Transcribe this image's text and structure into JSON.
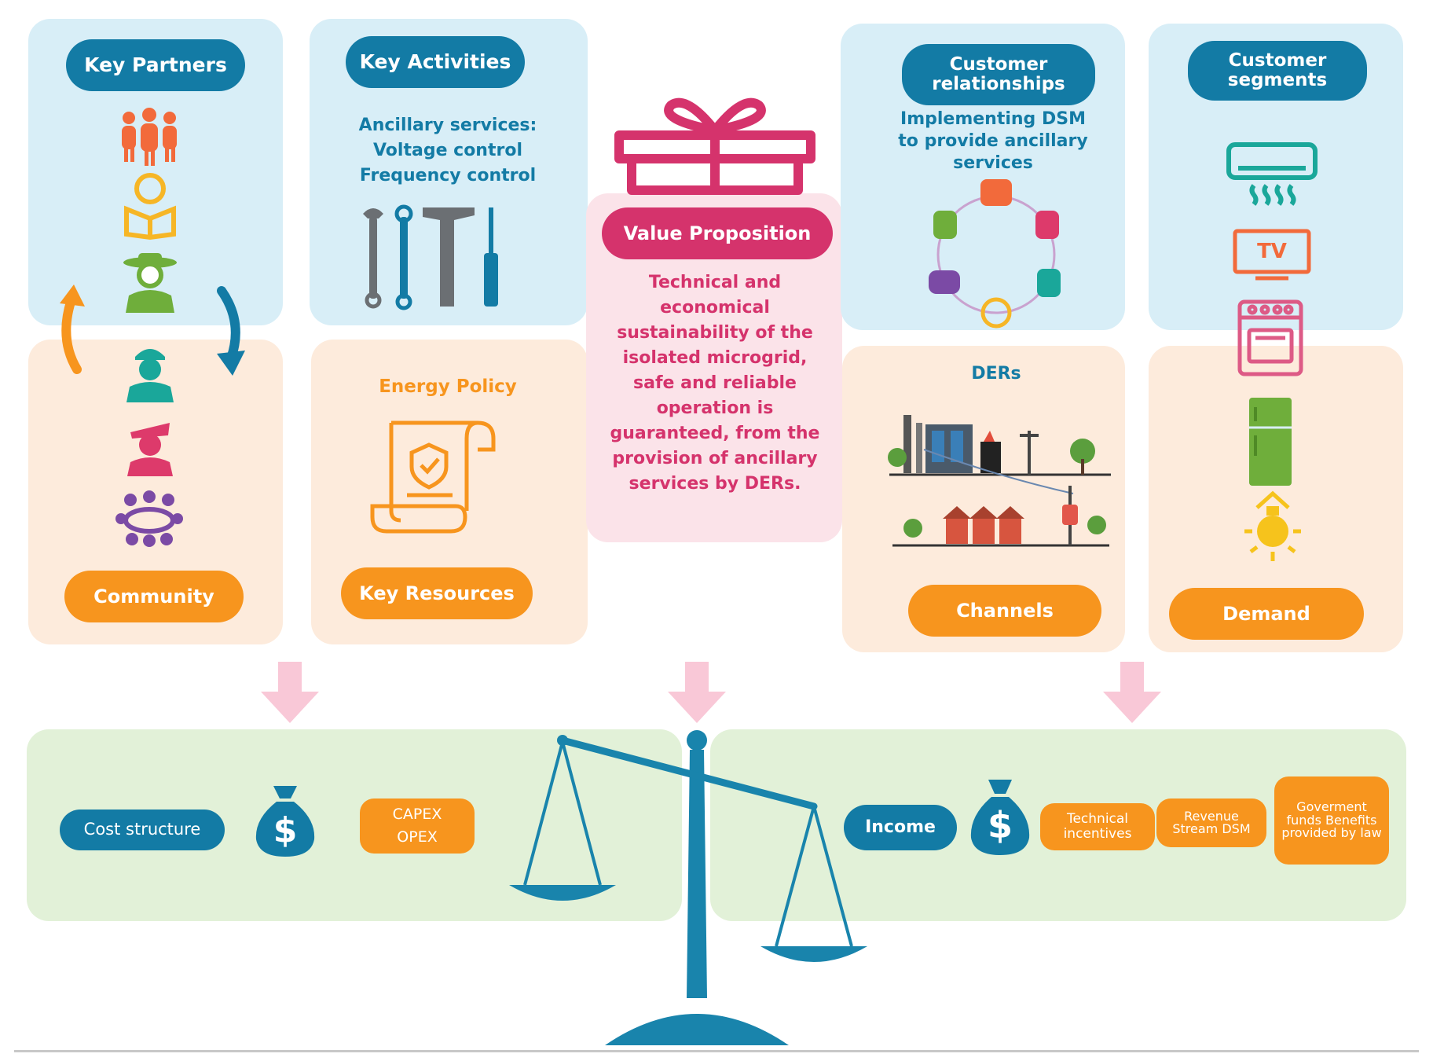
{
  "canvas": {
    "key_partners": {
      "title": "Key Partners",
      "partners_label": "Community"
    },
    "key_activities": {
      "title": "Key Activities",
      "items": [
        "Ancillary services:",
        "Voltage control",
        "Frequency control"
      ]
    },
    "key_resources": {
      "heading": "Energy Policy",
      "label": "Key Resources"
    },
    "value_proposition": {
      "title": "Value Proposition",
      "text": "Technical and economical sustainability of the isolated microgrid, safe and reliable operation is guaranteed, from the provision of ancillary services by DERs."
    },
    "customer_relationships": {
      "title": "Customer relationships",
      "text": "Implementing DSM to provide ancillary services"
    },
    "channels": {
      "heading": "DERs",
      "label": "Channels"
    },
    "customer_segments": {
      "title": "Customer segments",
      "tv_label": "TV",
      "label": "Demand"
    },
    "cost_structure": {
      "label": "Cost structure",
      "items": [
        "CAPEX",
        "OPEX"
      ],
      "currency_symbol": "$"
    },
    "income": {
      "label": "Income",
      "currency_symbol": "$",
      "items": [
        "Technical incentives",
        "Revenue Stream DSM",
        "Goverment funds Benefits provided by law"
      ]
    }
  },
  "colors": {
    "blue_panel": "#d8eef7",
    "peach_panel": "#fdebdc",
    "pink_panel": "#fbe3e9",
    "green_panel": "#e2f1d8",
    "blue_accent": "#137ba5",
    "orange_accent": "#f7951e",
    "pink_accent": "#d5336c",
    "scale_color": "#1984ac"
  }
}
